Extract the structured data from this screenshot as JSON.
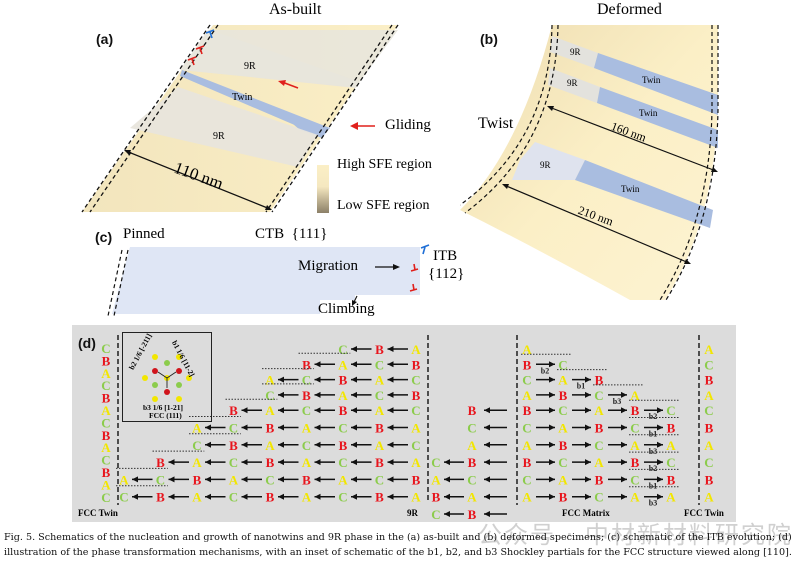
{
  "panel_a": {
    "label": "(a)",
    "title": "As-built",
    "region_9r_top": "9R",
    "region_twin": "Twin",
    "region_9r_bottom": "9R",
    "width_label": "110 nm",
    "gliding_label": "Gliding",
    "legend_high": "High SFE region",
    "legend_low": "Low SFE region",
    "colors": {
      "high_sfe": "#fbefc6",
      "low_sfe": "#8c8068",
      "nine_r": "#e8e5dc",
      "twin": "#a9bde0",
      "arrow": "#e0201c",
      "partial_blue": "#1f6fd6",
      "partial_red": "#e0201c"
    }
  },
  "panel_b": {
    "label": "(b)",
    "title": "Deformed",
    "twist_label": "Twist",
    "regions": [
      "9R",
      "Twin",
      "9R",
      "Twin",
      "9R",
      "Twin"
    ],
    "width_top": "160 nm",
    "width_bottom": "210 nm"
  },
  "panel_c": {
    "label": "(c)",
    "pinned": "Pinned",
    "ctb": "CTB  {111}",
    "migration": "Migration",
    "itb": "ITB",
    "itb_plane": "{112}",
    "climbing": "Climbing"
  },
  "panel_d": {
    "label": "(d)",
    "inset": {
      "b1": "b1 1/6 [11-2]",
      "b2": "b2 1/6 [-211]",
      "b3": "b3 1/6 [1-21]",
      "structure": "FCC (111)"
    },
    "bottom_labels": {
      "left": "FCC Twin",
      "mid": "9R",
      "matrix": "FCC Matrix",
      "right": "FCC Twin"
    },
    "letter_colors": {
      "A": "#f2e600",
      "B": "#e8141c",
      "C": "#8ccc4c"
    },
    "left_twin_column": [
      "C",
      "B",
      "A",
      "C",
      "B",
      "A",
      "C",
      "B",
      "A",
      "C",
      "B",
      "A",
      "C"
    ],
    "left_rows": [
      {
        "row": 0,
        "letters": [
          "C",
          "B",
          "A"
        ]
      },
      {
        "row": 1,
        "letters": [
          "B",
          "A",
          "C",
          "B"
        ]
      },
      {
        "row": 2,
        "letters": [
          "A",
          "C",
          "B",
          "A",
          "C"
        ]
      },
      {
        "row": 3,
        "letters": [
          "C",
          "B",
          "A",
          "C",
          "B"
        ]
      },
      {
        "row": 4,
        "letters": [
          "B",
          "A",
          "C",
          "B",
          "A",
          "C"
        ]
      },
      {
        "row": 5,
        "letters": [
          "A",
          "C",
          "B",
          "A",
          "C",
          "B",
          "A"
        ]
      },
      {
        "row": 6,
        "letters": [
          "C",
          "B",
          "A",
          "C",
          "B",
          "A",
          "C"
        ]
      },
      {
        "row": 7,
        "letters": [
          "B",
          "A",
          "C",
          "B",
          "A",
          "C",
          "B",
          "A"
        ]
      },
      {
        "row": 8,
        "letters": [
          "A",
          "C",
          "B",
          "A",
          "C",
          "B",
          "A",
          "C",
          "B"
        ]
      },
      {
        "row": 9,
        "letters": [
          "C",
          "B",
          "A",
          "C",
          "B",
          "A",
          "C",
          "B",
          "A"
        ]
      }
    ],
    "mid_rows": [
      {
        "row": 4,
        "letters": [
          "B"
        ]
      },
      {
        "row": 5,
        "letters": [
          "C"
        ]
      },
      {
        "row": 6,
        "letters": [
          "A"
        ]
      },
      {
        "row": 7,
        "letters": [
          "C",
          "B"
        ]
      },
      {
        "row": 8,
        "letters": [
          "A",
          "C"
        ]
      },
      {
        "row": 9,
        "letters": [
          "B",
          "A"
        ]
      },
      {
        "row": 10,
        "letters": [
          "C",
          "B"
        ]
      }
    ],
    "matrix_column": [
      "A",
      "B",
      "C",
      "A",
      "B",
      "C",
      "A",
      "B",
      "C",
      "A"
    ],
    "right_rows": [
      {
        "row": 1,
        "letters": [
          "B",
          "C"
        ],
        "partial": "b2"
      },
      {
        "row": 2,
        "letters": [
          "C",
          "A",
          "B"
        ],
        "partial": "b1"
      },
      {
        "row": 3,
        "letters": [
          "A",
          "B",
          "C",
          "A"
        ],
        "partial": "b3"
      },
      {
        "row": 4,
        "letters": [
          "B",
          "C",
          "A",
          "B",
          "C"
        ],
        "partial": "b2"
      },
      {
        "row": 5,
        "letters": [
          "C",
          "A",
          "B",
          "C",
          "B"
        ],
        "partial": "b1"
      },
      {
        "row": 6,
        "letters": [
          "A",
          "B",
          "C",
          "A",
          "A"
        ],
        "partial": "b3"
      },
      {
        "row": 7,
        "letters": [
          "B",
          "C",
          "A",
          "B",
          "C"
        ],
        "partial": "b2"
      },
      {
        "row": 8,
        "letters": [
          "C",
          "A",
          "B",
          "C",
          "B"
        ],
        "partial": "b1"
      },
      {
        "row": 9,
        "letters": [
          "A",
          "B",
          "C",
          "A",
          "A"
        ],
        "partial": "b3"
      }
    ],
    "right_twin_column": [
      "A",
      "C",
      "B",
      "A",
      "C",
      "B",
      "A",
      "C",
      "B",
      "A"
    ]
  },
  "caption": {
    "line1": "Fig. 5.  Schematics of the nucleation and growth of nanotwins and 9R phase in the (a) as-built and (b) deformed specimens; (c) schematic of the ITB evolution; (d)",
    "line2": "illustration of the phase transformation mechanisms, with an inset of schematic of the b1, b2, and b3 Shockley partials for the FCC structure viewed along [110]."
  },
  "watermark": "公众号 · 中材新材料研究院"
}
